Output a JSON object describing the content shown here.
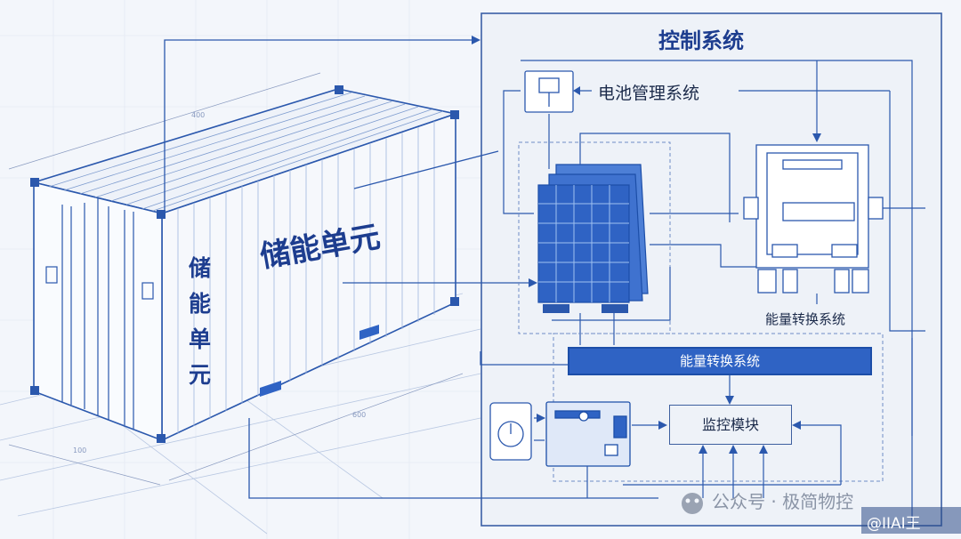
{
  "control_system": {
    "title": "控制系统"
  },
  "bms": {
    "label": "电池管理系统"
  },
  "pcs": {
    "label_right": "能量转换系统",
    "bar_label": "能量转换系统"
  },
  "monitor": {
    "label": "监控模块"
  },
  "container": {
    "label_side": "储能单元",
    "label_door": "储能单元"
  },
  "watermark": {
    "text": "公众号 · 极简物控"
  },
  "corner": {
    "text": "@IIAI王"
  },
  "dims": {
    "d1": "400",
    "d2": "600",
    "d3": "100"
  },
  "colors": {
    "blueprint": "#2b58ad",
    "fill_blue": "#2f63c4",
    "bg": "#f3f6fb"
  }
}
